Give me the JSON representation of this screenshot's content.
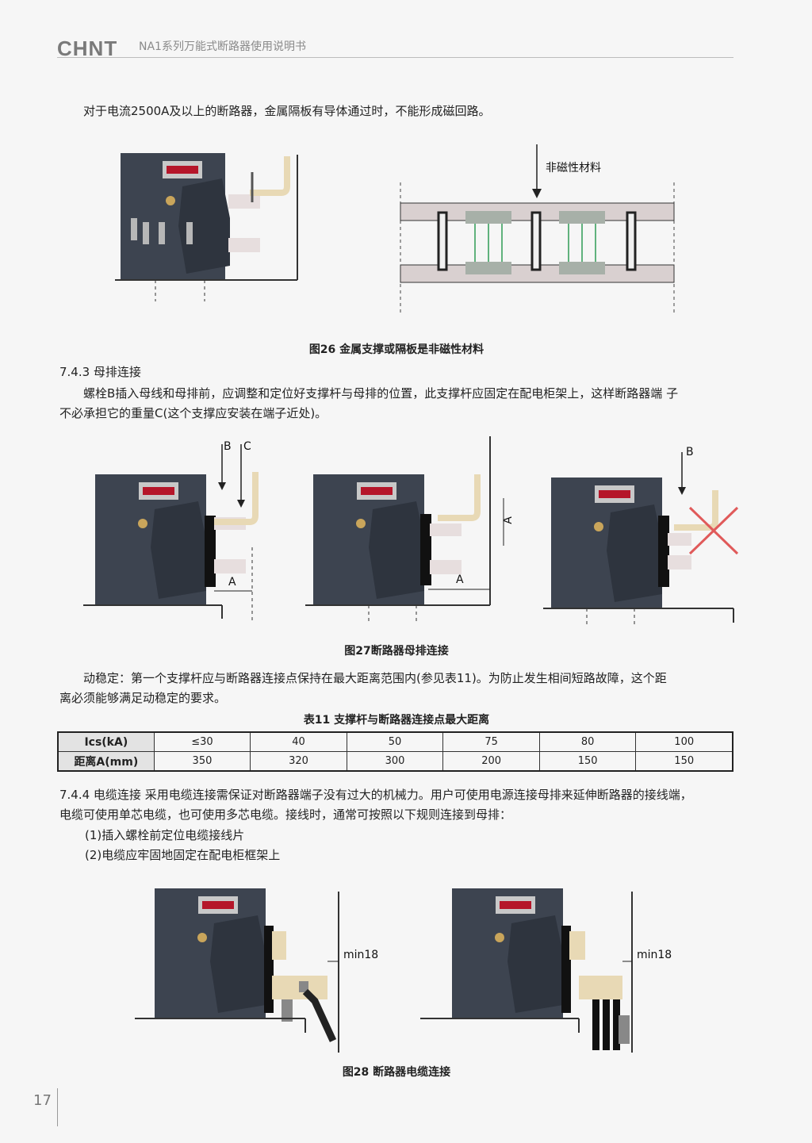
{
  "header": {
    "logo": "CHNT",
    "title": "NA1系列万能式断路器使用说明书"
  },
  "intro": "对于电流2500A及以上的断路器，金属隔板有导体通过时，不能形成磁回路。",
  "fig26": {
    "label": "非磁性材料",
    "caption": "图26 金属支撑或隔板是非磁性材料"
  },
  "sec743": {
    "heading": "7.4.3 母排连接",
    "line1": "螺栓B插入母线和母排前，应调整和定位好支撑杆与母排的位置，此支撑杆应固定在配电柜架上，这样断路器端 子",
    "line2": "不必承担它的重量C(这个支撑应安装在端子近处)。"
  },
  "fig27": {
    "label_b": "B",
    "label_c": "C",
    "label_a": "A",
    "caption": "图27断路器母排连接"
  },
  "dynamic": {
    "line1": "动稳定：第一个支撑杆应与断路器连接点保持在最大距离范围内(参见表11)。为防止发生相间短路故障，这个距",
    "line2": "离必须能够满足动稳定的要求。"
  },
  "table11": {
    "title": "表11 支撑杆与断路器连接点最大距离",
    "row1_head": "Ics(kA)",
    "row1": [
      "≤30",
      "40",
      "50",
      "75",
      "80",
      "100"
    ],
    "row2_head": "距离A(mm)",
    "row2": [
      "350",
      "320",
      "300",
      "200",
      "150",
      "150"
    ]
  },
  "sec744": {
    "line1": "7.4.4 电缆连接 采用电缆连接需保证对断路器端子没有过大的机械力。用户可使用电源连接母排来延伸断路器的接线端，",
    "line2": "电缆可使用单芯电缆，也可使用多芯电缆。接线时，通常可按照以下规则连接到母排：",
    "item1": "(1)插入螺栓前定位电缆接线片",
    "item2": "(2)电缆应牢固地固定在配电柜框架上"
  },
  "fig28": {
    "min_label": "min18",
    "caption": "图28 断路器电缆连接"
  },
  "page_number": "17"
}
